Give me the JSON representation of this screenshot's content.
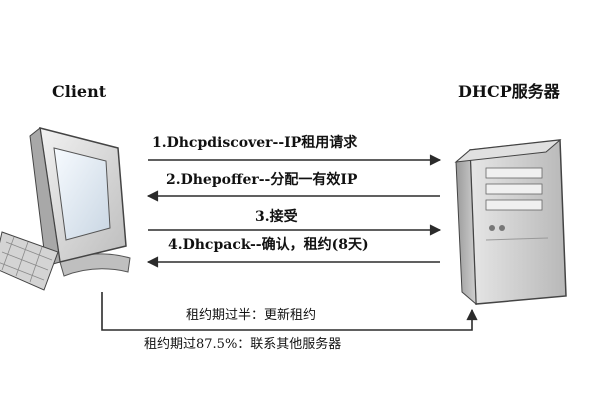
{
  "nodes": {
    "client": {
      "label": "Client"
    },
    "server": {
      "label": "DHCP服务器"
    }
  },
  "messages": [
    {
      "text": "1.Dhcpdiscover--IP租用请求",
      "direction": "client-to-server"
    },
    {
      "text": "2.Dhepoffer--分配一有效IP",
      "direction": "server-to-client"
    },
    {
      "text": "3.接受",
      "direction": "client-to-server"
    },
    {
      "text": "4.Dhcpack--确认，租约(8天)",
      "direction": "server-to-client"
    }
  ],
  "renewal": {
    "line1": "租约期过半：更新租约",
    "line2": "租约期过87.5%：联系其他服务器"
  },
  "colors": {
    "line": "#2b2b2b",
    "monitor_shell": "#d9d9d9",
    "screen": "#e8f0f8",
    "server_body": "#cfcfcf"
  }
}
